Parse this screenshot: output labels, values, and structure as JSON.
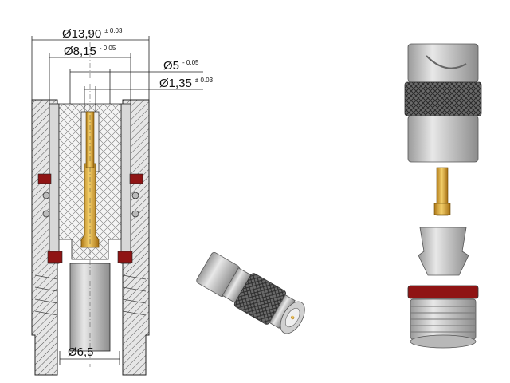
{
  "dimensions": [
    {
      "id": "d1",
      "symbol": "Ø",
      "value": "13,90",
      "tolerance": "± 0.03"
    },
    {
      "id": "d2",
      "symbol": "Ø",
      "value": "8,15",
      "tolerance": "- 0.05"
    },
    {
      "id": "d3",
      "symbol": "Ø",
      "value": "5",
      "tolerance": "- 0.05"
    },
    {
      "id": "d4",
      "symbol": "Ø",
      "value": "1,35",
      "tolerance": "± 0.03"
    },
    {
      "id": "d5",
      "symbol": "Ø",
      "value": "6,5",
      "tolerance": ""
    }
  ],
  "colors": {
    "metal": "#c8c8c8",
    "metal_dark": "#8a8a8a",
    "gold": "#d9a93a",
    "seal_red": "#9a1a1a",
    "hatch": "#555555",
    "insulator": "#f2f2f2"
  }
}
